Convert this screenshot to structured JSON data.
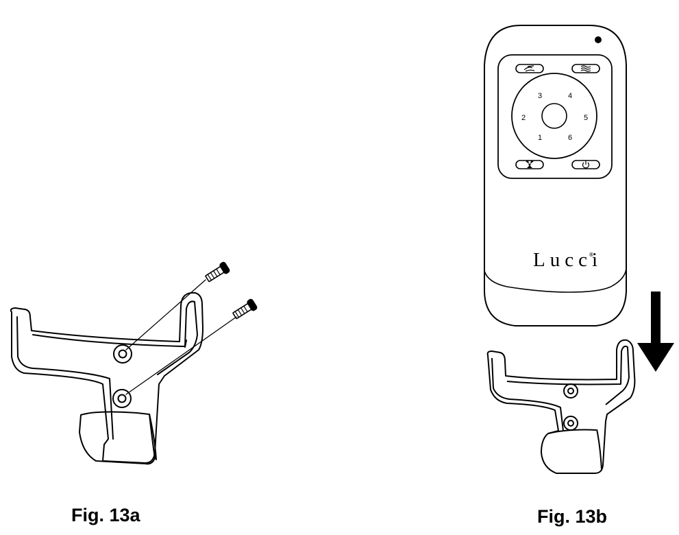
{
  "figures": [
    {
      "caption": "Fig. 13a"
    },
    {
      "caption": "Fig. 13b"
    }
  ],
  "remote": {
    "brand": "Lucci",
    "brand_mark": "®",
    "keypad_numbers": [
      "1",
      "2",
      "3",
      "4",
      "5",
      "6"
    ]
  },
  "icons": {
    "top_left_button": "light-icon",
    "top_right_button": "wave-icon",
    "bottom_left_button": "fan-icon",
    "bottom_right_button": "power-icon",
    "arrow": "arrow-down-icon"
  }
}
